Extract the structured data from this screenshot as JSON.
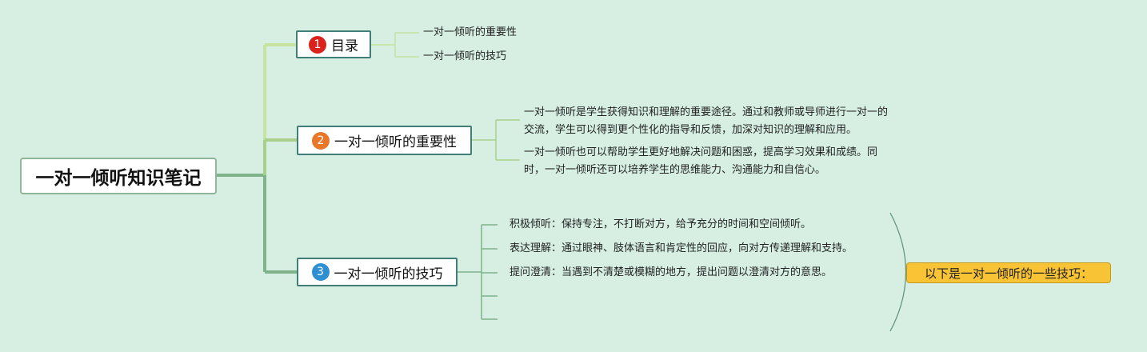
{
  "root": {
    "title": "一对一倾听知识笔记"
  },
  "branches": [
    {
      "number": "1",
      "label": "目录",
      "badge_color": "#d9231c",
      "items": [
        "一对一倾听的重要性",
        "一对一倾听的技巧"
      ]
    },
    {
      "number": "2",
      "label": "一对一倾听的重要性",
      "badge_color": "#e8772a",
      "items": [
        [
          "一对一倾听是学生获得知识和理解的重要途径。通过和教师或导师进行一对一的",
          "交流，学生可以得到更个性化的指导和反馈，加深对知识的理解和应用。"
        ],
        [
          "一对一倾听也可以帮助学生更好地解决问题和困惑，提高学习效果和成绩。同",
          "时，一对一倾听还可以培养学生的思维能力、沟通能力和自信心。"
        ]
      ]
    },
    {
      "number": "3",
      "label": "一对一倾听的技巧",
      "badge_color": "#2e8fd3",
      "items": [
        "积极倾听：保持专注，不打断对方，给予充分的时间和空间倾听。",
        "表达理解：通过眼神、肢体语言和肯定性的回应，向对方传递理解和支持。",
        "提问澄清：当遇到不清楚或模糊的地方，提出问题以澄清对方的意思。"
      ],
      "summary": "以下是一对一倾听的一些技巧："
    }
  ],
  "colors": {
    "background": "#d6efe2",
    "trunk_line": "#7fb48a",
    "branch1_line": "#c6e3a0",
    "branch2_line": "#a8d08a",
    "summary_fill": "#f8c436"
  }
}
